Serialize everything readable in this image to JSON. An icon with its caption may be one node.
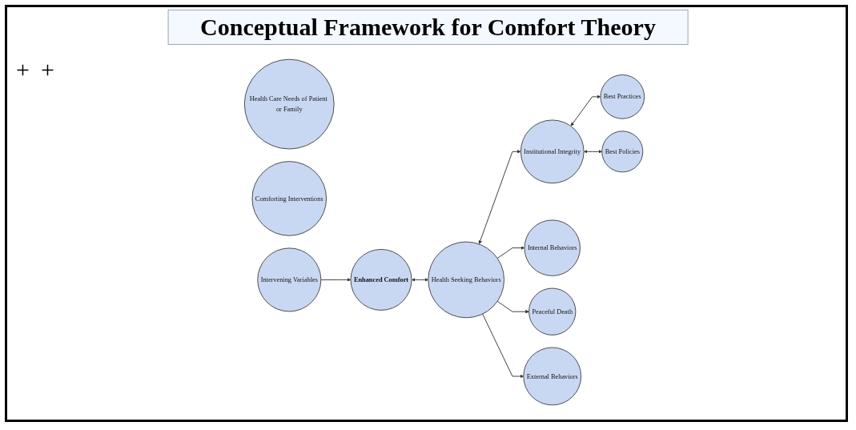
{
  "diagram": {
    "title": "Conceptual Framework for Comfort Theory",
    "nodes": [
      {
        "text": [
          "Health Care Needs of Patient or Family"
        ]
      },
      {
        "text": [
          "Comforting Interventions"
        ]
      },
      {
        "text": [
          "Intervening Variables"
        ]
      },
      {
        "text": [
          "Enhanced Comfort"
        ]
      },
      {
        "text": [
          "Health Seeking Behaviors"
        ]
      },
      {
        "text": [
          "Institutional Integrity"
        ]
      },
      {
        "text": [
          "Best Practices"
        ]
      },
      {
        "text": [
          "Best Policies"
        ]
      },
      {
        "text": [
          "Internal Behaviors"
        ]
      },
      {
        "text": [
          "Peaceful Death"
        ]
      },
      {
        "text": [
          "External Behaviors"
        ]
      }
    ],
    "edges": [
      {
        "from": 2,
        "to": 3,
        "arrow": "to"
      },
      {
        "from": 3,
        "to": 4,
        "arrow": "both"
      },
      {
        "from": 4,
        "to": 5,
        "arrow": "both"
      },
      {
        "from": 5,
        "to": 6,
        "arrow": "both"
      },
      {
        "from": 5,
        "to": 7,
        "arrow": "both"
      },
      {
        "from": 4,
        "to": 8,
        "arrow": "to"
      },
      {
        "from": 4,
        "to": 9,
        "arrow": "to"
      },
      {
        "from": 4,
        "to": 10,
        "arrow": "to"
      }
    ],
    "labels": [
      "+",
      "+"
    ]
  }
}
